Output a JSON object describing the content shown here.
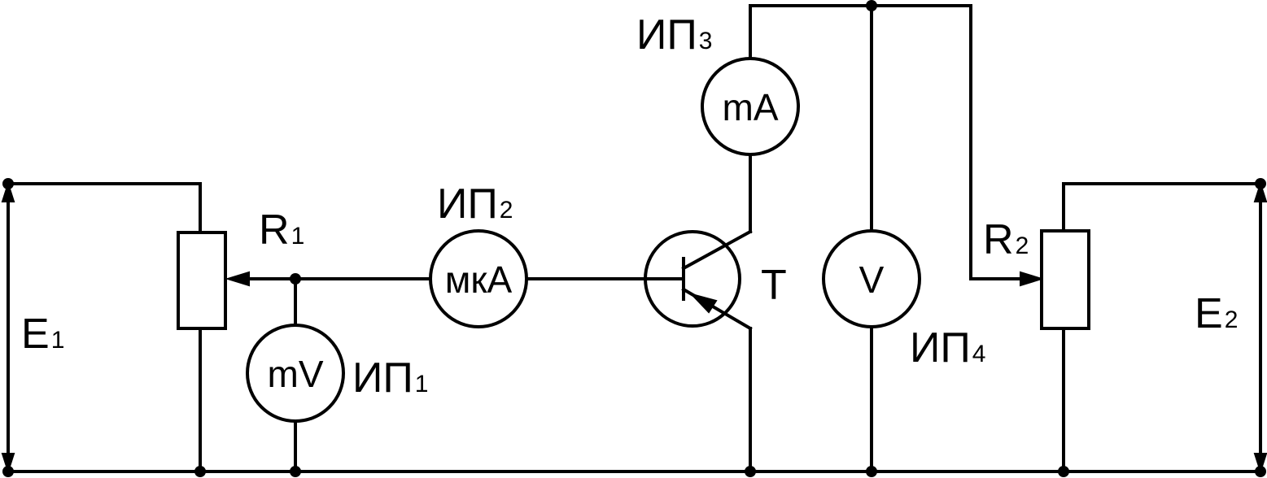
{
  "labels": {
    "r1": {
      "main": "R",
      "sub": "1"
    },
    "r2": {
      "main": "R",
      "sub": "2"
    },
    "e1": {
      "main": "E",
      "sub": "1"
    },
    "e2": {
      "main": "E",
      "sub": "2"
    },
    "t": "T",
    "ip1": {
      "main": "ИП",
      "sub": "1"
    },
    "ip2": {
      "main": "ИП",
      "sub": "2"
    },
    "ip3": {
      "main": "ИП",
      "sub": "3"
    },
    "ip4": {
      "main": "ИП",
      "sub": "4"
    }
  },
  "meters": {
    "mv": "mV",
    "mka": "мкА",
    "ma": "mA",
    "v": "V"
  }
}
